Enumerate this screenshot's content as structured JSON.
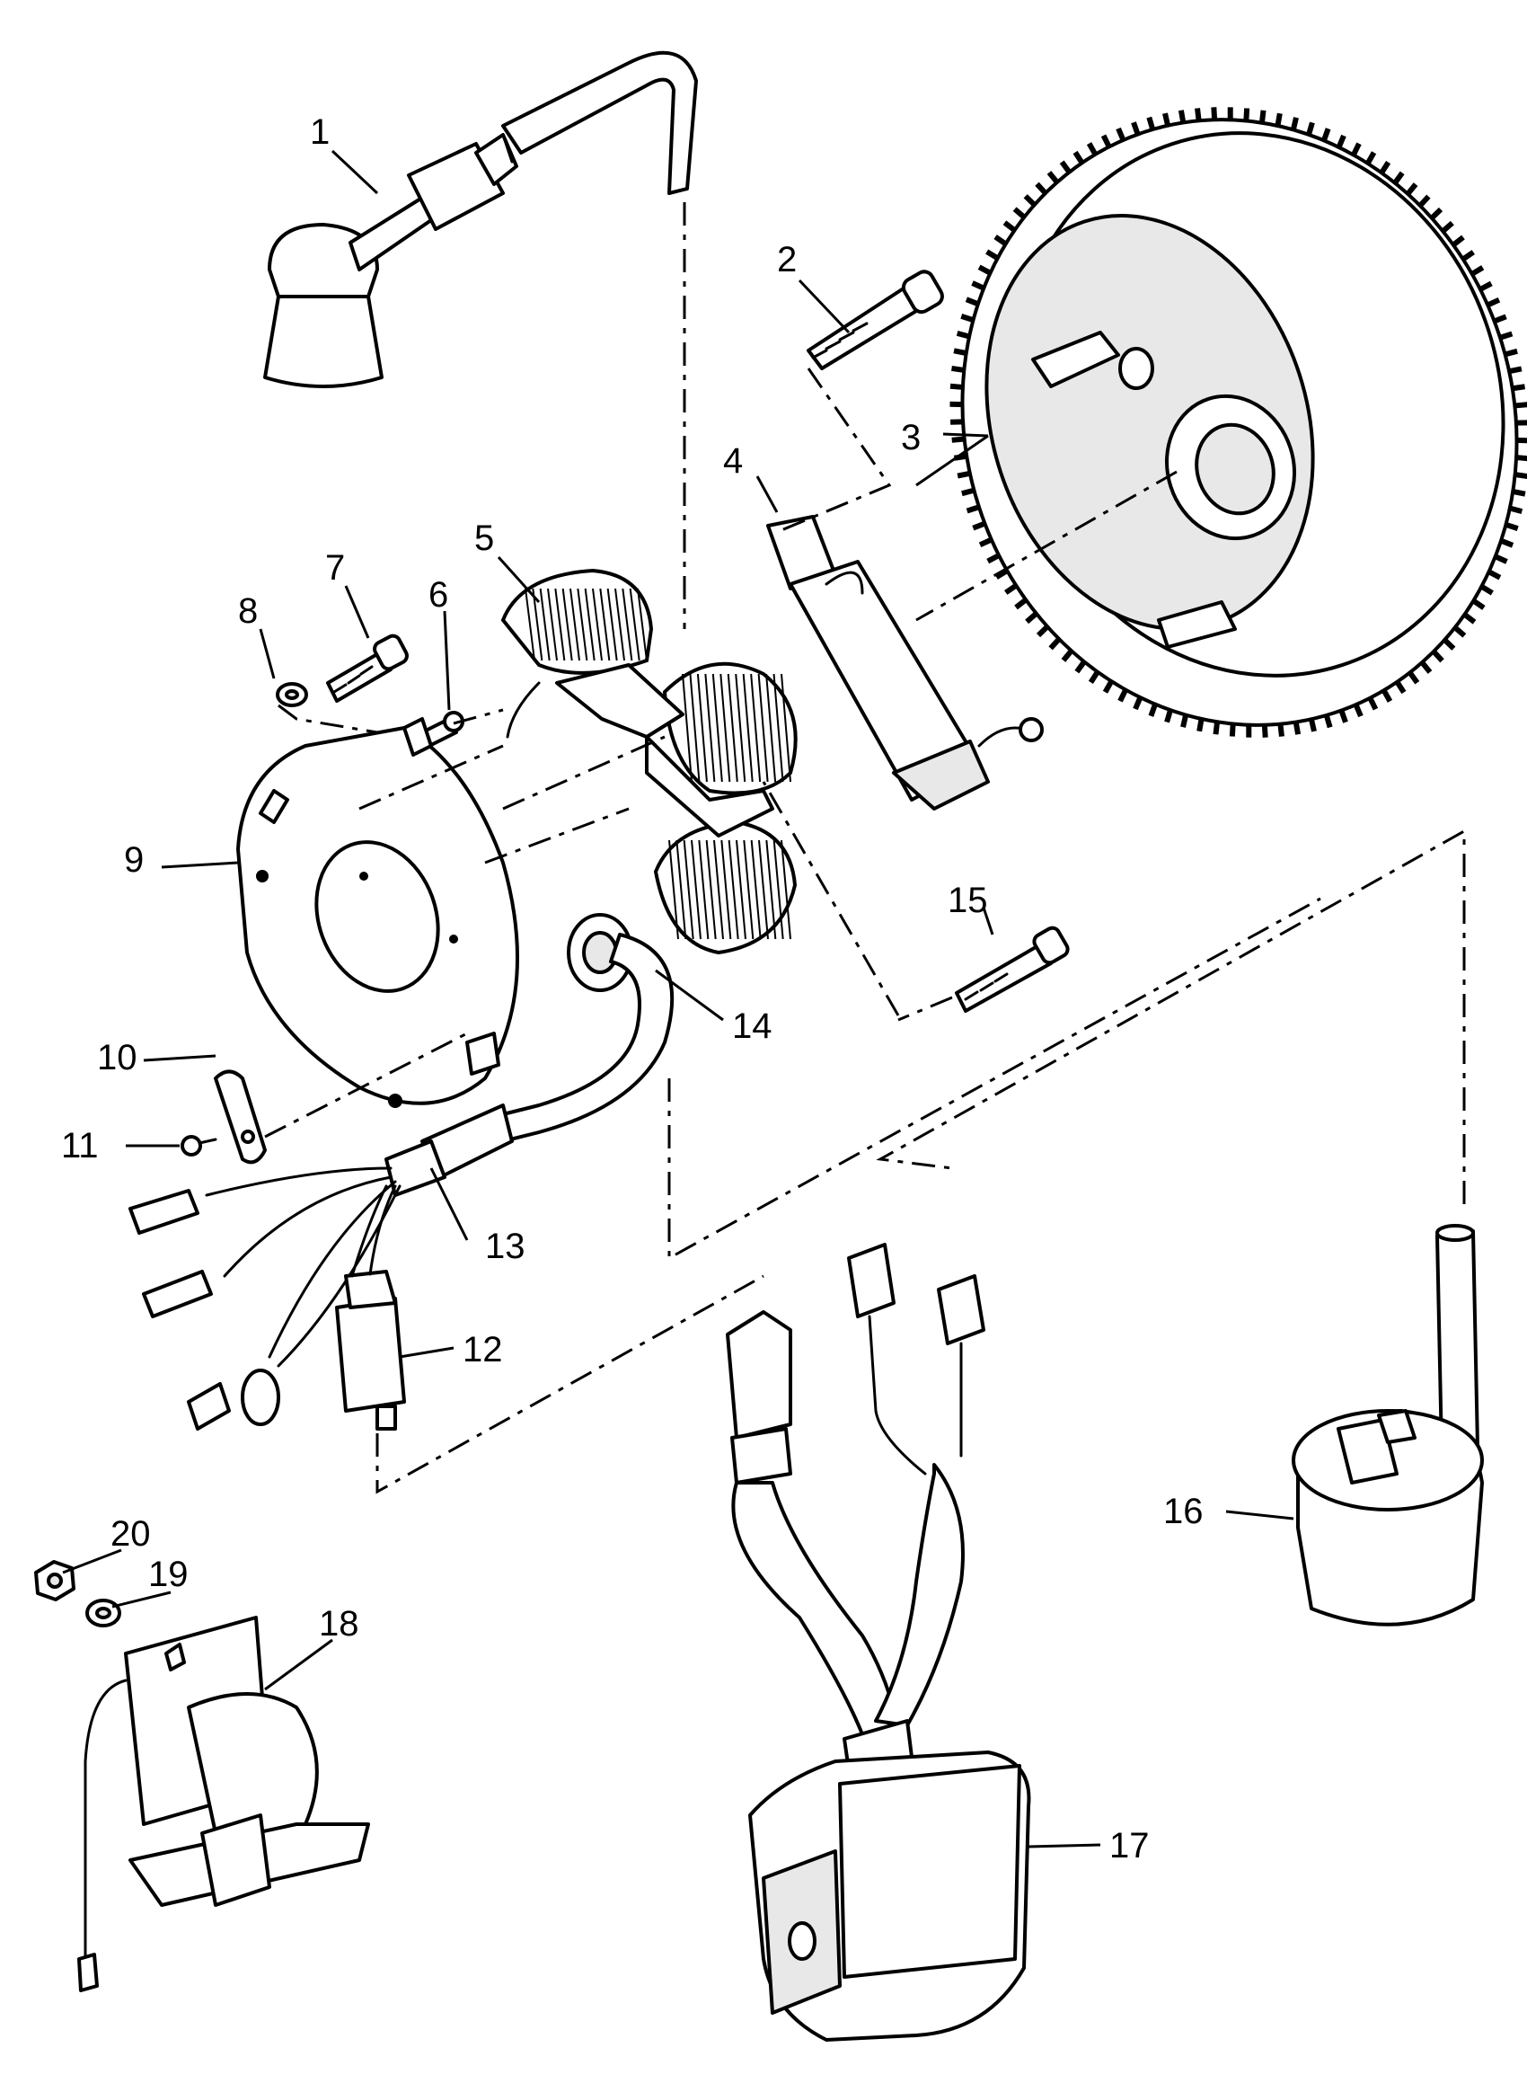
{
  "callouts": [
    {
      "id": "1",
      "label": "1"
    },
    {
      "id": "2",
      "label": "2"
    },
    {
      "id": "3",
      "label": "3"
    },
    {
      "id": "4",
      "label": "4"
    },
    {
      "id": "5",
      "label": "5"
    },
    {
      "id": "6",
      "label": "6"
    },
    {
      "id": "7",
      "label": "7"
    },
    {
      "id": "8",
      "label": "8"
    },
    {
      "id": "9",
      "label": "9"
    },
    {
      "id": "10",
      "label": "10"
    },
    {
      "id": "11",
      "label": "11"
    },
    {
      "id": "12",
      "label": "12"
    },
    {
      "id": "13",
      "label": "13"
    },
    {
      "id": "14",
      "label": "14"
    },
    {
      "id": "15",
      "label": "15"
    },
    {
      "id": "16",
      "label": "16"
    },
    {
      "id": "17",
      "label": "17"
    },
    {
      "id": "18",
      "label": "18"
    },
    {
      "id": "19",
      "label": "19"
    },
    {
      "id": "20",
      "label": "20"
    }
  ],
  "colors": {
    "ink": "#000000",
    "paper": "#ffffff",
    "shade": "#e8e8e8"
  }
}
